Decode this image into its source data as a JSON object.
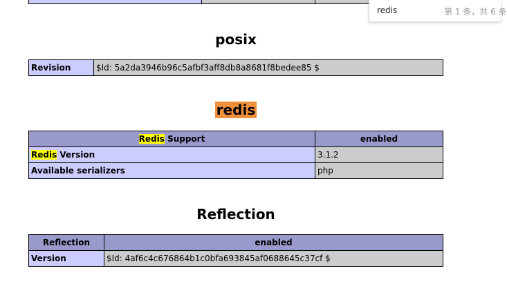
{
  "find_bar": {
    "query": "redis",
    "count": "第 1 条，共 6 条"
  },
  "posix": {
    "title": "posix",
    "rows": [
      {
        "key": "Revision",
        "value": "$Id: 5a2da3946b96c5afbf3aff8db8a8681f8bedee85 $"
      }
    ]
  },
  "redis": {
    "title": "redis",
    "header": {
      "hl": "Redis",
      "rest": " Support",
      "status": "enabled"
    },
    "rows": [
      {
        "key_hl": "Redis",
        "key_rest": " Version",
        "value": "3.1.2"
      },
      {
        "key": "Available serializers",
        "value": "php"
      }
    ]
  },
  "reflection": {
    "title": "Reflection",
    "header": {
      "col1": "Reflection",
      "col2": "enabled"
    },
    "rows": [
      {
        "key": "Version",
        "value": "$Id: 4af6c4c676864b1c0bfa693845af0688645c37cf $"
      }
    ]
  }
}
